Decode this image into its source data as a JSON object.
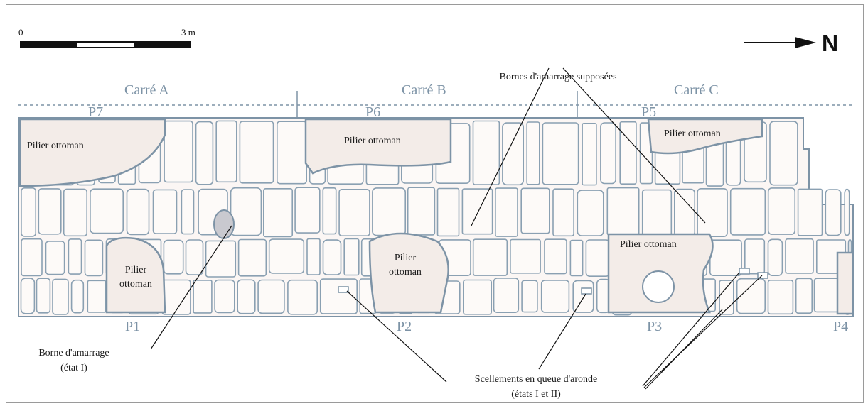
{
  "scale_bar": {
    "start_label": "0",
    "end_label": "3 m"
  },
  "north": {
    "label": "N"
  },
  "squares": [
    "Carré A",
    "Carré B",
    "Carré C"
  ],
  "pillars_top": [
    "P7",
    "P6",
    "P5"
  ],
  "pillars_bottom": [
    "P1",
    "P2",
    "P3",
    "P4"
  ],
  "pillar_label": "Pilier ottoman",
  "pillar_label_line1": "Pilier",
  "pillar_label_line2": "ottoman",
  "annotations": {
    "bornes_supposees": "Bornes d'amarrage supposées",
    "borne_line1": "Borne d'amarrage",
    "borne_line2": "(état I)",
    "scellements_line1": "Scellements en queue d'aronde",
    "scellements_line2": "(états I et II)"
  },
  "colors": {
    "outline": "#7d93a6",
    "fill": "#fbf6f4",
    "ink": "#1a1a1a"
  }
}
